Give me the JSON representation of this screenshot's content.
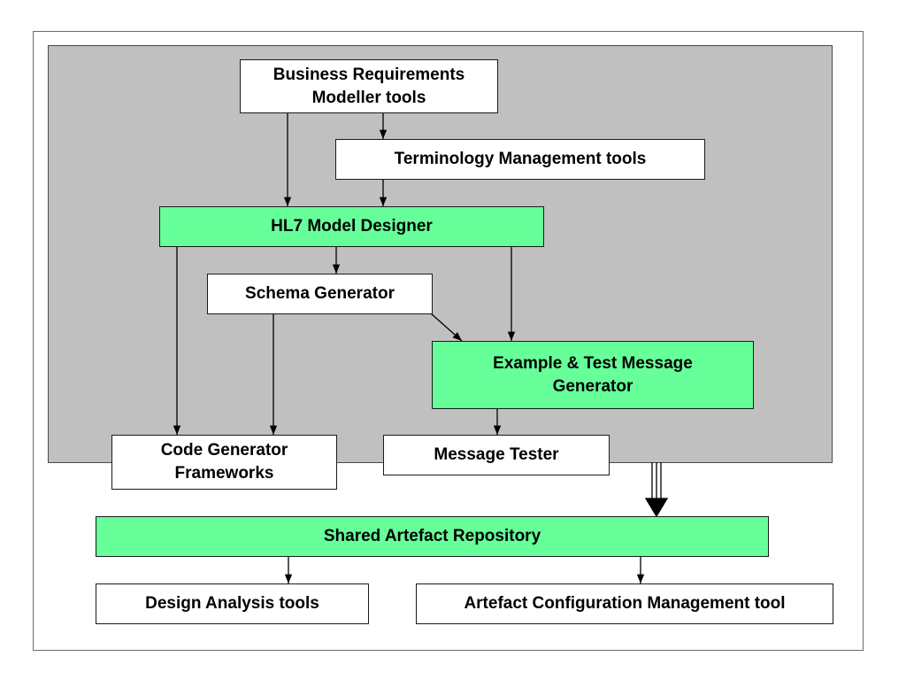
{
  "colors": {
    "background": "#ffffff",
    "region_fill": "#c0c0c0",
    "highlight_fill": "#66ff99",
    "plain_fill": "#ffffff"
  },
  "nodes": {
    "business_requirements": "Business Requirements\nModeller tools",
    "terminology": "Terminology Management tools",
    "hl7_model_designer": "HL7 Model Designer",
    "schema_generator": "Schema Generator",
    "example_test_generator": "Example & Test Message\nGenerator",
    "code_generator": "Code Generator\nFrameworks",
    "message_tester": "Message Tester",
    "shared_repository": "Shared Artefact Repository",
    "design_analysis": "Design Analysis tools",
    "config_management": "Artefact Configuration Management tool"
  }
}
